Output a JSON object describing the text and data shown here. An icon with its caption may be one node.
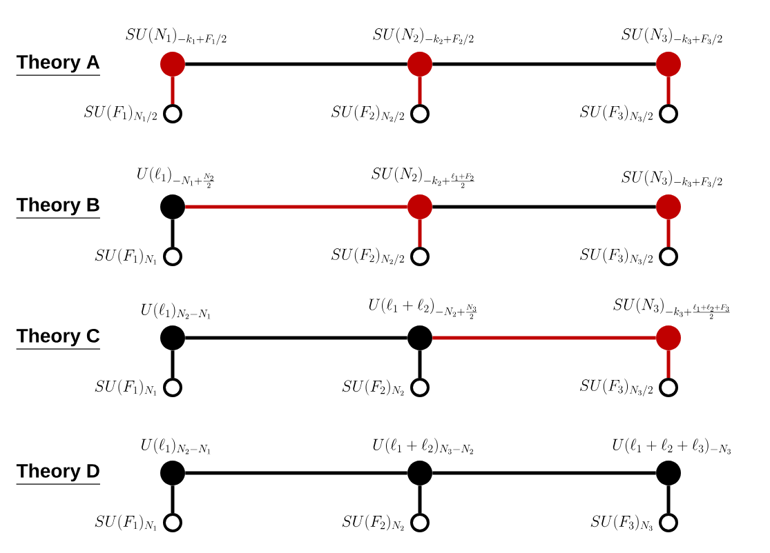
{
  "diagram": {
    "nodes": [
      {
        "text": [],
        "shape": "dot",
        "beside": [
          "SU(N_1)_{-k_1+F_1/2}"
        ]
      },
      {
        "text": [],
        "shape": "dot",
        "beside": [
          "SU(N_2)_{-k_2+F_2/2}"
        ]
      },
      {
        "text": [],
        "shape": "dot",
        "beside": [
          "SU(N_3)_{-k_3+F_3/2}"
        ]
      },
      {
        "text": [],
        "shape": "circle",
        "beside": [
          "SU(F_1)_{N_1/2}"
        ]
      },
      {
        "text": [],
        "shape": "circle",
        "beside": [
          "SU(F_2)_{N_2/2}"
        ]
      },
      {
        "text": [],
        "shape": "circle",
        "beside": [
          "SU(F_3)_{N_3/2}"
        ]
      },
      {
        "text": [],
        "shape": "dot",
        "beside": [
          "U(\\ell_1)_{-N_1+\\frac{N_2}{2}}"
        ]
      },
      {
        "text": [],
        "shape": "dot",
        "beside": [
          "SU(N_2)_{-k_2+\\frac{\\ell_1+F_2}{2}}"
        ]
      },
      {
        "text": [],
        "shape": "dot",
        "beside": [
          "SU(N_3)_{-k_3+F_3/2}"
        ]
      },
      {
        "text": [],
        "shape": "circle",
        "beside": [
          "SU(F_1)_{N_1}"
        ]
      },
      {
        "text": [],
        "shape": "circle",
        "beside": [
          "SU(F_2)_{N_2/2}"
        ]
      },
      {
        "text": [],
        "shape": "circle",
        "beside": [
          "SU(F_3)_{N_3/2}"
        ]
      },
      {
        "text": [],
        "shape": "dot",
        "beside": [
          "U(\\ell_1)_{N_2-N_1}"
        ]
      },
      {
        "text": [],
        "shape": "dot",
        "beside": [
          "U(\\ell_1+\\ell_2)_{-N_2+\\frac{N_3}{2}}"
        ]
      },
      {
        "text": [],
        "shape": "dot",
        "beside": [
          "SU(N_3)_{-k_3+\\frac{\\ell_1+\\ell_2+F_3}{2}}"
        ]
      },
      {
        "text": [],
        "shape": "circle",
        "beside": [
          "SU(F_1)_{N_1}"
        ]
      },
      {
        "text": [],
        "shape": "circle",
        "beside": [
          "SU(F_2)_{N_2}"
        ]
      },
      {
        "text": [],
        "shape": "circle",
        "beside": [
          "SU(F_3)_{N_3/2}"
        ]
      },
      {
        "text": [],
        "shape": "dot",
        "beside": [
          "U(\\ell_1)_{N_2-N_1}"
        ]
      },
      {
        "text": [],
        "shape": "dot",
        "beside": [
          "U(\\ell_1+\\ell_2)_{N_3-N_2}"
        ]
      },
      {
        "text": [],
        "shape": "dot",
        "beside": [
          "U(\\ell_1+\\ell_2+\\ell_3)_{-N_3}"
        ]
      },
      {
        "text": [],
        "shape": "circle",
        "beside": [
          "SU(F_1)_{N_1}"
        ]
      },
      {
        "text": [],
        "shape": "circle",
        "beside": [
          "SU(F_2)_{N_2}"
        ]
      },
      {
        "text": [],
        "shape": "circle",
        "beside": [
          "SU(F_3)_{N_3}"
        ]
      }
    ],
    "edges": [
      {
        "from": 0,
        "to": 1,
        "arrow": "none"
      },
      {
        "from": 1,
        "to": 2,
        "arrow": "none"
      },
      {
        "from": 0,
        "to": 3,
        "arrow": "none",
        "color": "#c00000"
      },
      {
        "from": 1,
        "to": 4,
        "arrow": "none",
        "color": "#c00000"
      },
      {
        "from": 2,
        "to": 5,
        "arrow": "none",
        "color": "#c00000"
      },
      {
        "from": 6,
        "to": 7,
        "arrow": "none",
        "color": "#c00000"
      },
      {
        "from": 7,
        "to": 8,
        "arrow": "none"
      },
      {
        "from": 6,
        "to": 9,
        "arrow": "none"
      },
      {
        "from": 7,
        "to": 10,
        "arrow": "none",
        "color": "#c00000"
      },
      {
        "from": 8,
        "to": 11,
        "arrow": "none",
        "color": "#c00000"
      },
      {
        "from": 12,
        "to": 13,
        "arrow": "none"
      },
      {
        "from": 13,
        "to": 14,
        "arrow": "none",
        "color": "#c00000"
      },
      {
        "from": 12,
        "to": 15,
        "arrow": "none"
      },
      {
        "from": 13,
        "to": 16,
        "arrow": "none"
      },
      {
        "from": 14,
        "to": 17,
        "arrow": "none",
        "color": "#c00000"
      },
      {
        "from": 18,
        "to": 19,
        "arrow": "none"
      },
      {
        "from": 19,
        "to": 20,
        "arrow": "none"
      },
      {
        "from": 18,
        "to": 21,
        "arrow": "none"
      },
      {
        "from": 19,
        "to": 22,
        "arrow": "none"
      },
      {
        "from": 20,
        "to": 23,
        "arrow": "none"
      }
    ],
    "labels": [
      "Theory A",
      "Theory B",
      "Theory C",
      "Theory D"
    ]
  }
}
